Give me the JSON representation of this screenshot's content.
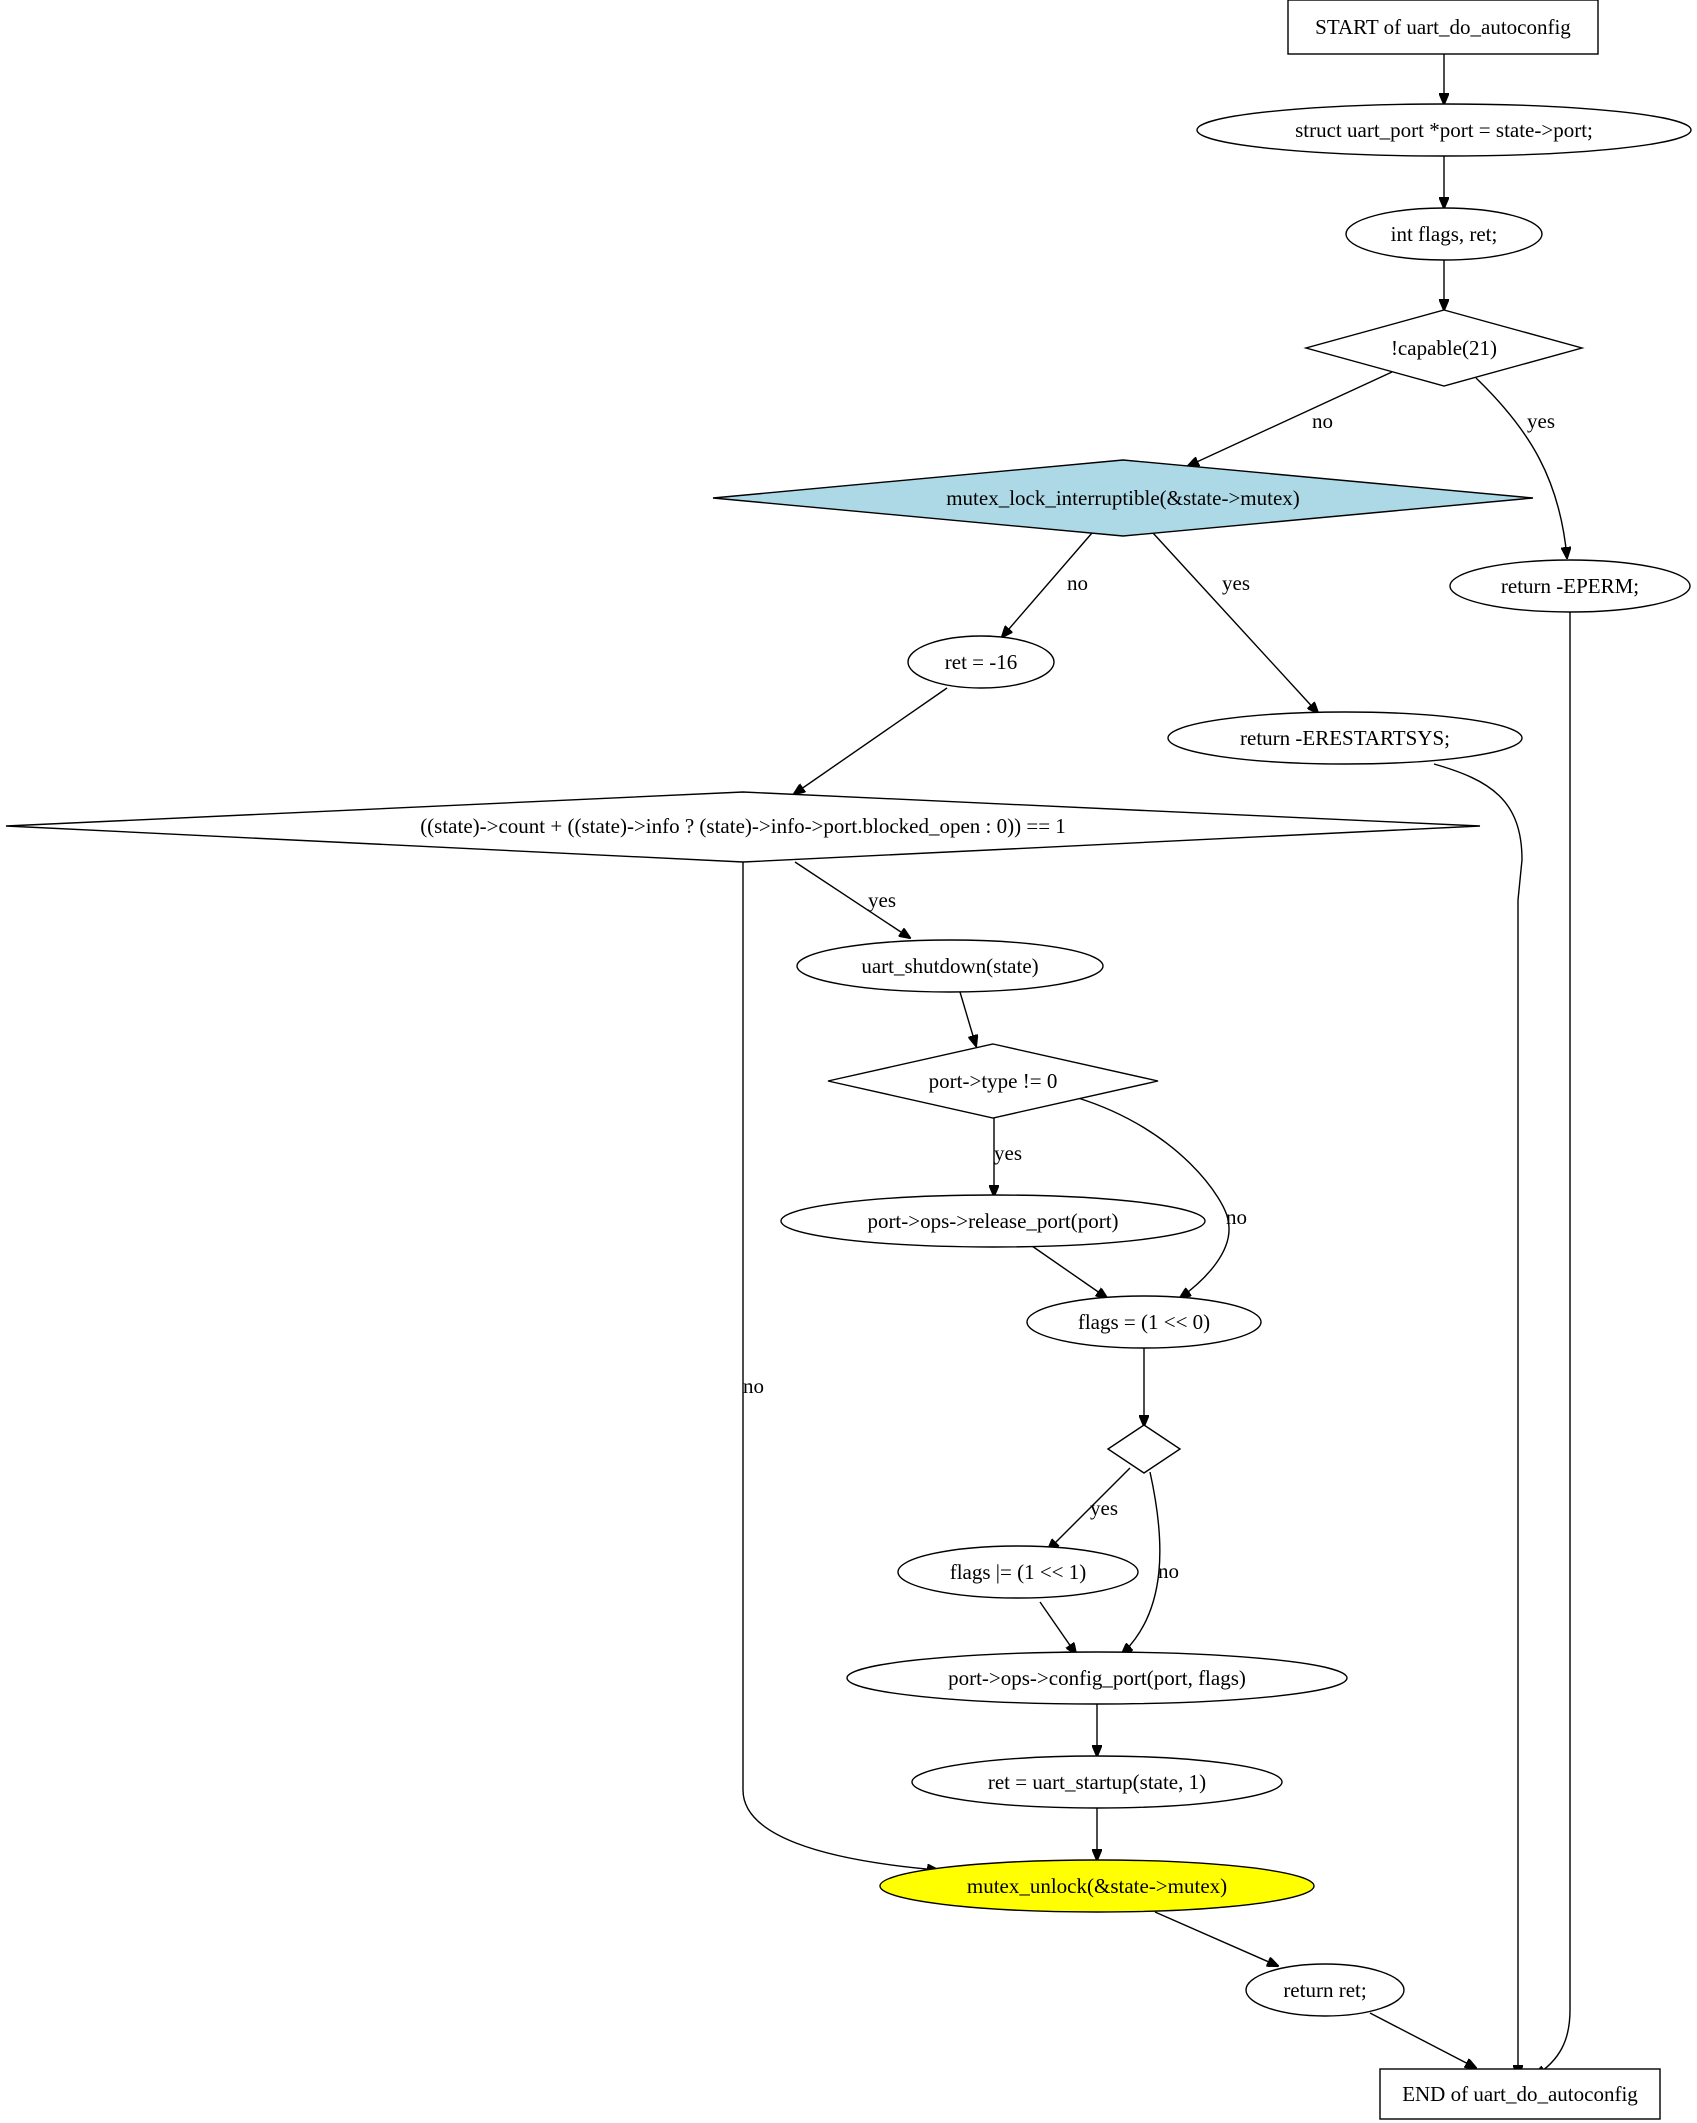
{
  "diagram": {
    "colors": {
      "background": "#ffffff",
      "stroke": "#000000",
      "mutex_lock_fill": "#add8e6",
      "mutex_unlock_fill": "#ffff00"
    },
    "nodes": {
      "start": "START of uart_do_autoconfig",
      "decl_port": "struct uart_port *port = state->port;",
      "decl_flags": "int flags, ret;",
      "capable": "!capable(21)",
      "mutex_lock": "mutex_lock_interruptible(&state->mutex)",
      "return_eperm": "return -EPERM;",
      "ret_16": "ret = -16",
      "return_erestartsys": "return -ERESTARTSYS;",
      "count_check": "((state)->count + ((state)->info ? (state)->info->port.blocked_open : 0)) == 1",
      "uart_shutdown": "uart_shutdown(state)",
      "type_check": "port->type != 0",
      "release_port": "port->ops->release_port(port)",
      "flags_set": "flags = (1 << 0)",
      "empty_cond": "",
      "flags_or": "flags |= (1 << 1)",
      "config_port": "port->ops->config_port(port, flags)",
      "uart_startup": "ret = uart_startup(state, 1)",
      "mutex_unlock": "mutex_unlock(&state->mutex)",
      "return_ret": "return ret;",
      "end": "END of uart_do_autoconfig"
    },
    "edge_labels": {
      "capable_no": "no",
      "capable_yes": "yes",
      "mutex_no": "no",
      "mutex_yes": "yes",
      "count_yes": "yes",
      "count_no": "no",
      "type_yes": "yes",
      "type_no": "no",
      "cond_yes": "yes",
      "cond_no": "no"
    }
  }
}
